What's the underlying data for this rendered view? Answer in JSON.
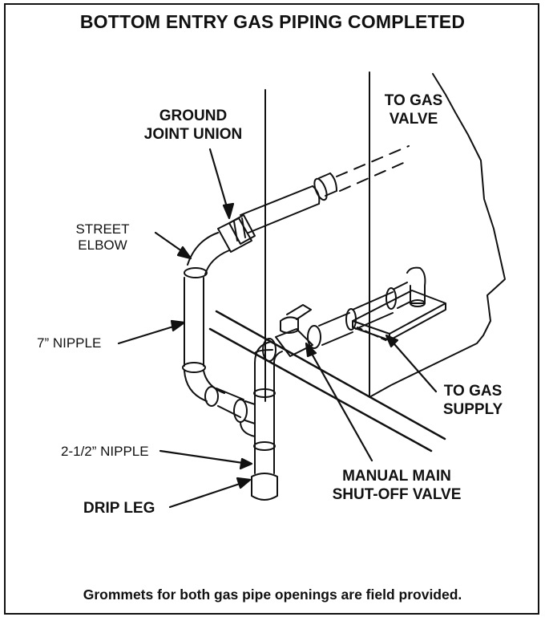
{
  "title": "BOTTOM ENTRY GAS PIPING COMPLETED",
  "labels": {
    "ground_joint_union": [
      "GROUND",
      "JOINT UNION"
    ],
    "to_gas_valve": [
      "TO GAS",
      "VALVE"
    ],
    "street_elbow": [
      "STREET",
      "ELBOW"
    ],
    "seven_nipple": "7” NIPPLE",
    "to_gas_supply": [
      "TO GAS",
      "SUPPLY"
    ],
    "two_half_nipple": "2-1/2” NIPPLE",
    "manual_main_valve": [
      "MANUAL MAIN",
      "SHUT-OFF VALVE"
    ],
    "drip_leg": "DRIP LEG"
  },
  "footer": "Grommets for both gas pipe openings are field provided."
}
